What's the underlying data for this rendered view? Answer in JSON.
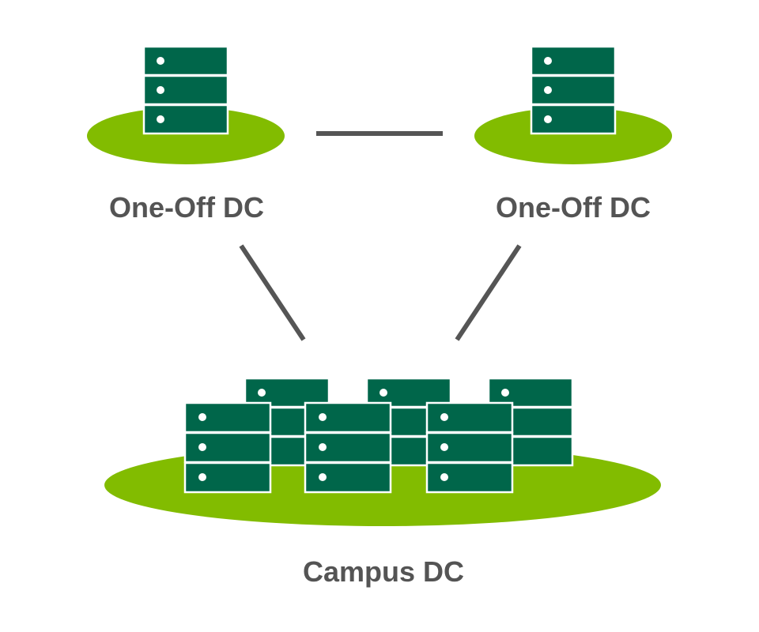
{
  "labels": {
    "left_dc": "One-Off DC",
    "right_dc": "One-Off DC",
    "campus_dc": "Campus DC"
  },
  "colors": {
    "background": "#ffffff",
    "platform_green": "#82bc00",
    "server_green": "#00664a",
    "server_outline": "#ffffff",
    "led": "#ffffff",
    "connector": "#555555",
    "label_text": "#545454"
  },
  "icons": {
    "server": "server-rack-icon",
    "platform": "ellipse-platform"
  }
}
